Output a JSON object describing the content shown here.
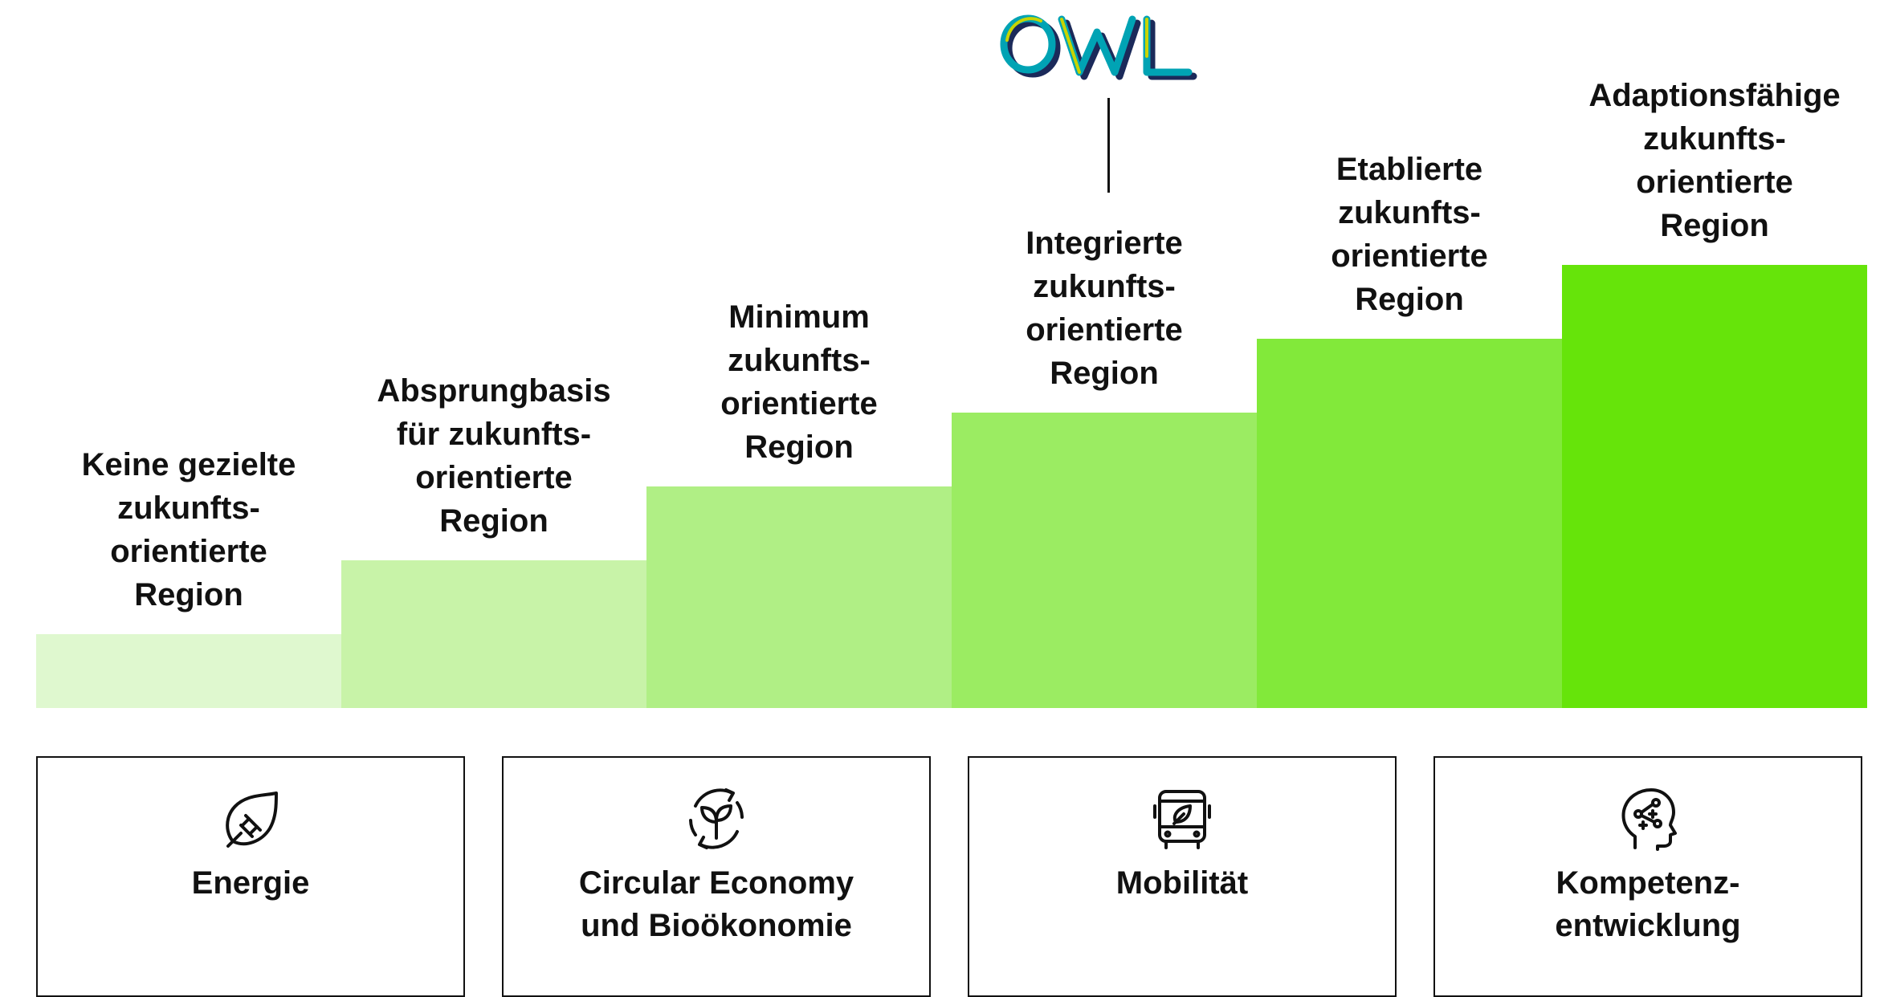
{
  "logo": {
    "text": "OWL",
    "colors": [
      "#00a3b4",
      "#c8d400",
      "#1b2a5a"
    ]
  },
  "stages": [
    {
      "label": "Keine gezielte\nzukunfts-\norientierte\nRegion",
      "level": 1,
      "color": "#dff8cf"
    },
    {
      "label": "Absprungbasis\nfür zukunfts-\norientierte\nRegion",
      "level": 2,
      "color": "#c8f3a8"
    },
    {
      "label": "Minimum\nzukunfts-\norientierte\nRegion",
      "level": 3,
      "color": "#b0ef85"
    },
    {
      "label": "Integrierte\nzukunfts-\norientierte\nRegion",
      "level": 4,
      "color": "#9bec62"
    },
    {
      "label": "Etablierte\nzukunfts-\norientierte\nRegion",
      "level": 5,
      "color": "#82e93a"
    },
    {
      "label": "Adaptionsfähige\nzukunfts-\norientierte\nRegion",
      "level": 6,
      "color": "#66e40a"
    }
  ],
  "current_stage": "Integrierte zukunfts-orientierte Region",
  "fields": [
    {
      "label": "Energie",
      "icon": "leaf-plug-icon"
    },
    {
      "label": "Circular Economy\nund Bioökonomie",
      "icon": "recycle-sprout-icon"
    },
    {
      "label": "Mobilität",
      "icon": "bus-leaf-icon"
    },
    {
      "label": "Kompetenz-\nentwicklung",
      "icon": "head-network-icon"
    }
  ]
}
